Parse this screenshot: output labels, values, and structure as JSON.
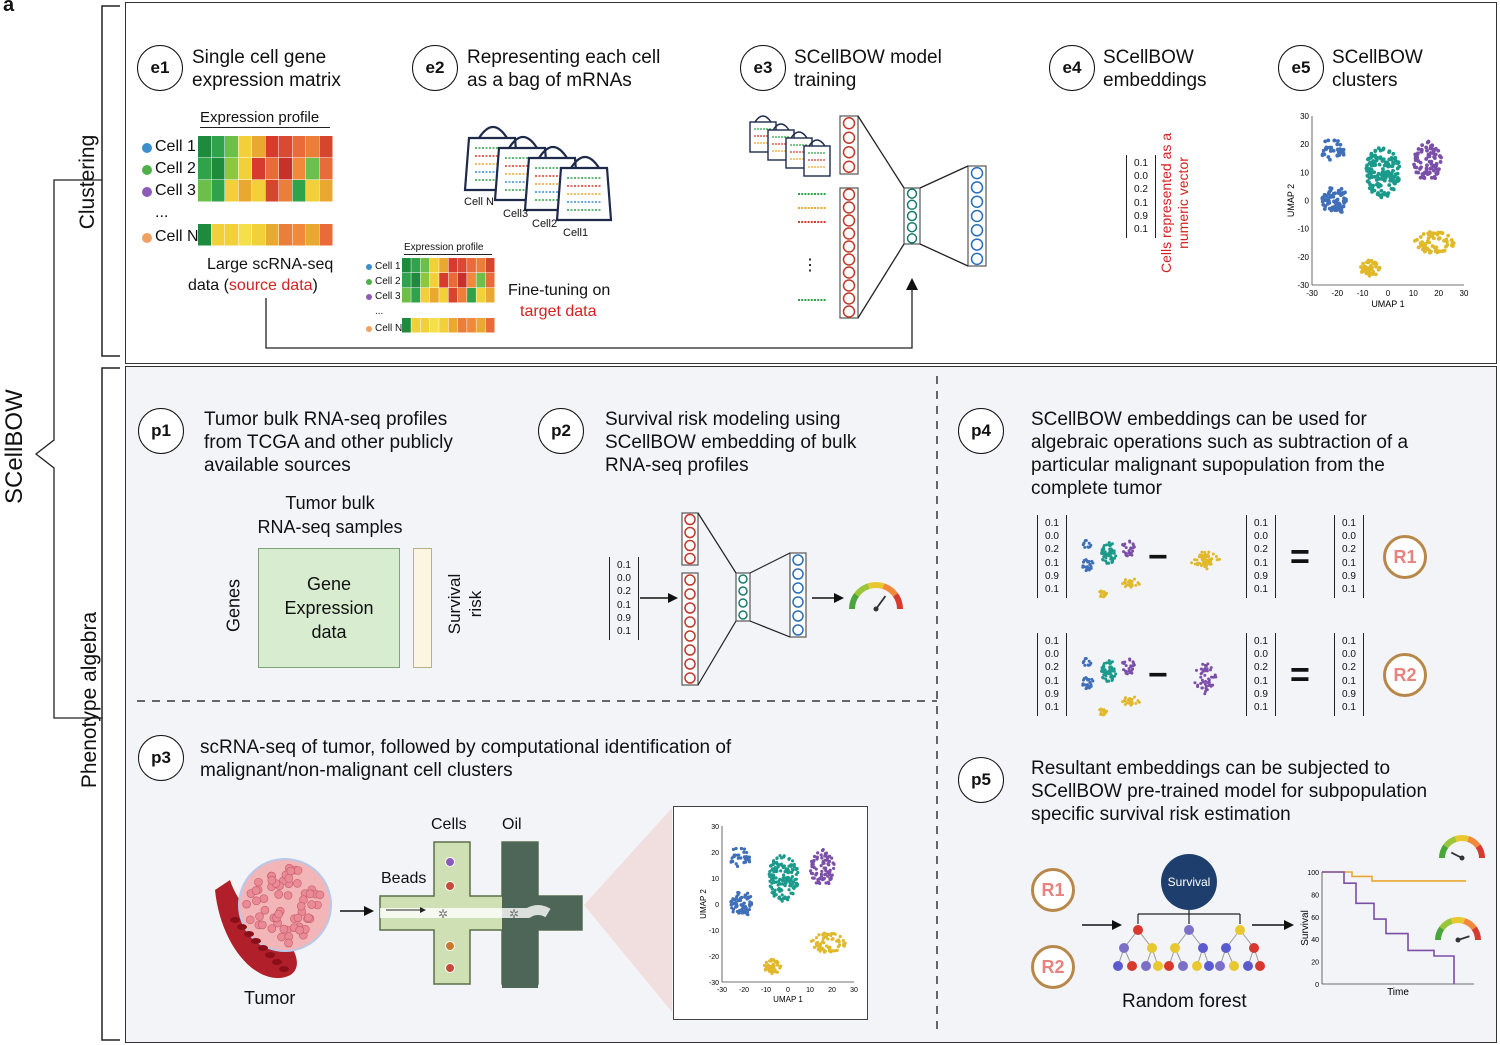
{
  "figure_label": "a",
  "side": {
    "main": "SCellBOW",
    "clustering": "Clustering",
    "phenotype": "Phenotype algebra"
  },
  "e1": {
    "badge": "e1",
    "title": "Single cell gene\nexpression matrix",
    "matrix_header": "Expression profile",
    "cells": [
      "Cell 1",
      "Cell 2",
      "Cell 3",
      "...",
      "Cell N"
    ],
    "caption_1": "Large scRNA-seq",
    "caption_2a": "data (",
    "caption_2b": "source data",
    "caption_2c": ")"
  },
  "e2": {
    "badge": "e2",
    "title": "Representing each cell\nas a bag of mRNAs",
    "bags": [
      "Cell N",
      "Cell3",
      "Cell2",
      "Cell1"
    ],
    "matrix_header": "Expression profile",
    "cells": [
      "Cell 1",
      "Cell 2",
      "Cell 3",
      "...",
      "Cell N"
    ],
    "finetune_1": "Fine-tuning on",
    "finetune_2": "target data"
  },
  "e3": {
    "badge": "e3",
    "title": "SCellBOW model\ntraining"
  },
  "e4": {
    "badge": "e4",
    "title": "SCellBOW\nembeddings",
    "vector": [
      "0.1",
      "0.0",
      "0.2",
      "0.1",
      "0.9",
      "0.1"
    ],
    "note": "Cells represented as a\nnumeric vector"
  },
  "e5": {
    "badge": "e5",
    "title": "SCellBOW\nclusters",
    "xlabel": "UMAP 1",
    "ylabel": "UMAP 2",
    "xticks": [
      "-30",
      "-20",
      "-10",
      "0",
      "10",
      "20",
      "30"
    ],
    "yticks": [
      "30",
      "20",
      "10",
      "0",
      "-10",
      "-20",
      "-30"
    ]
  },
  "p1": {
    "badge": "p1",
    "title": "Tumor bulk RNA-seq profiles\nfrom TCGA and other publicly\navailable sources",
    "samples": "Tumor bulk\nRNA-seq samples",
    "genes": "Genes",
    "box": "Gene\nExpression\ndata",
    "risk": "Survival\nrisk"
  },
  "p2": {
    "badge": "p2",
    "title": "Survival risk modeling using\nSCellBOW embedding of bulk\nRNA-seq profiles",
    "vector": [
      "0.1",
      "0.0",
      "0.2",
      "0.1",
      "0.9",
      "0.1"
    ]
  },
  "p3": {
    "badge": "p3",
    "title": "scRNA-seq of tumor, followed by computational identification of\nmalignant/non-malignant cell clusters",
    "tumor": "Tumor",
    "beads": "Beads",
    "cells": "Cells",
    "oil": "Oil",
    "xlabel": "UMAP 1",
    "ylabel": "UMAP 2",
    "xticks": [
      "-30",
      "-20",
      "-10",
      "0",
      "10",
      "20",
      "30"
    ],
    "yticks": [
      "30",
      "20",
      "10",
      "0",
      "-10",
      "-20",
      "-30"
    ]
  },
  "p4": {
    "badge": "p4",
    "title": "SCellBOW embeddings can be used for\nalgebraic operations such as subtraction of a\nparticular malignant supopulation from the\ncomplete tumor",
    "vector": [
      "0.1",
      "0.0",
      "0.2",
      "0.1",
      "0.9",
      "0.1"
    ],
    "minus": "−",
    "equals": "=",
    "r1": "R1",
    "r2": "R2"
  },
  "p5": {
    "badge": "p5",
    "title": "Resultant embeddings can be subjected to\nSCellBOW pre-trained model for subpopulation\nspecific survival risk estimation",
    "r1": "R1",
    "r2": "R2",
    "node": "Survival",
    "forest": "Random forest",
    "km_ylabel": "Survival",
    "km_xlabel": "Time",
    "km_yticks": [
      "100",
      "80",
      "60",
      "40",
      "20",
      "0"
    ]
  },
  "colors": {
    "teal": "#1a9a8a",
    "blue": "#3f6fb8",
    "purple": "#7b4fa8",
    "yellow": "#e0b82a",
    "red": "#d42020",
    "green_box": "#d8ecd0",
    "badge_ring": "#b7884a",
    "badge_text": "#e8827e"
  }
}
